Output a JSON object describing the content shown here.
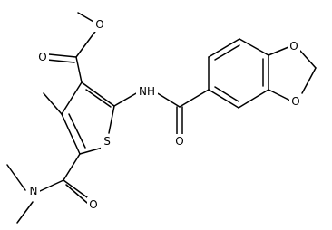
{
  "colors": {
    "background": "#ffffff",
    "ink": "#000000"
  },
  "atoms": {
    "o_ester_methyl": "O",
    "o_ester_carbonyl": "O",
    "n_amide": "NH",
    "s_thiophene": "S",
    "o_amide_carbonyl": "O",
    "o_dioxole_top": "O",
    "o_dioxole_bottom": "O",
    "n_dimethylamide": "N",
    "o_dimethylamide_carbonyl": "O"
  }
}
